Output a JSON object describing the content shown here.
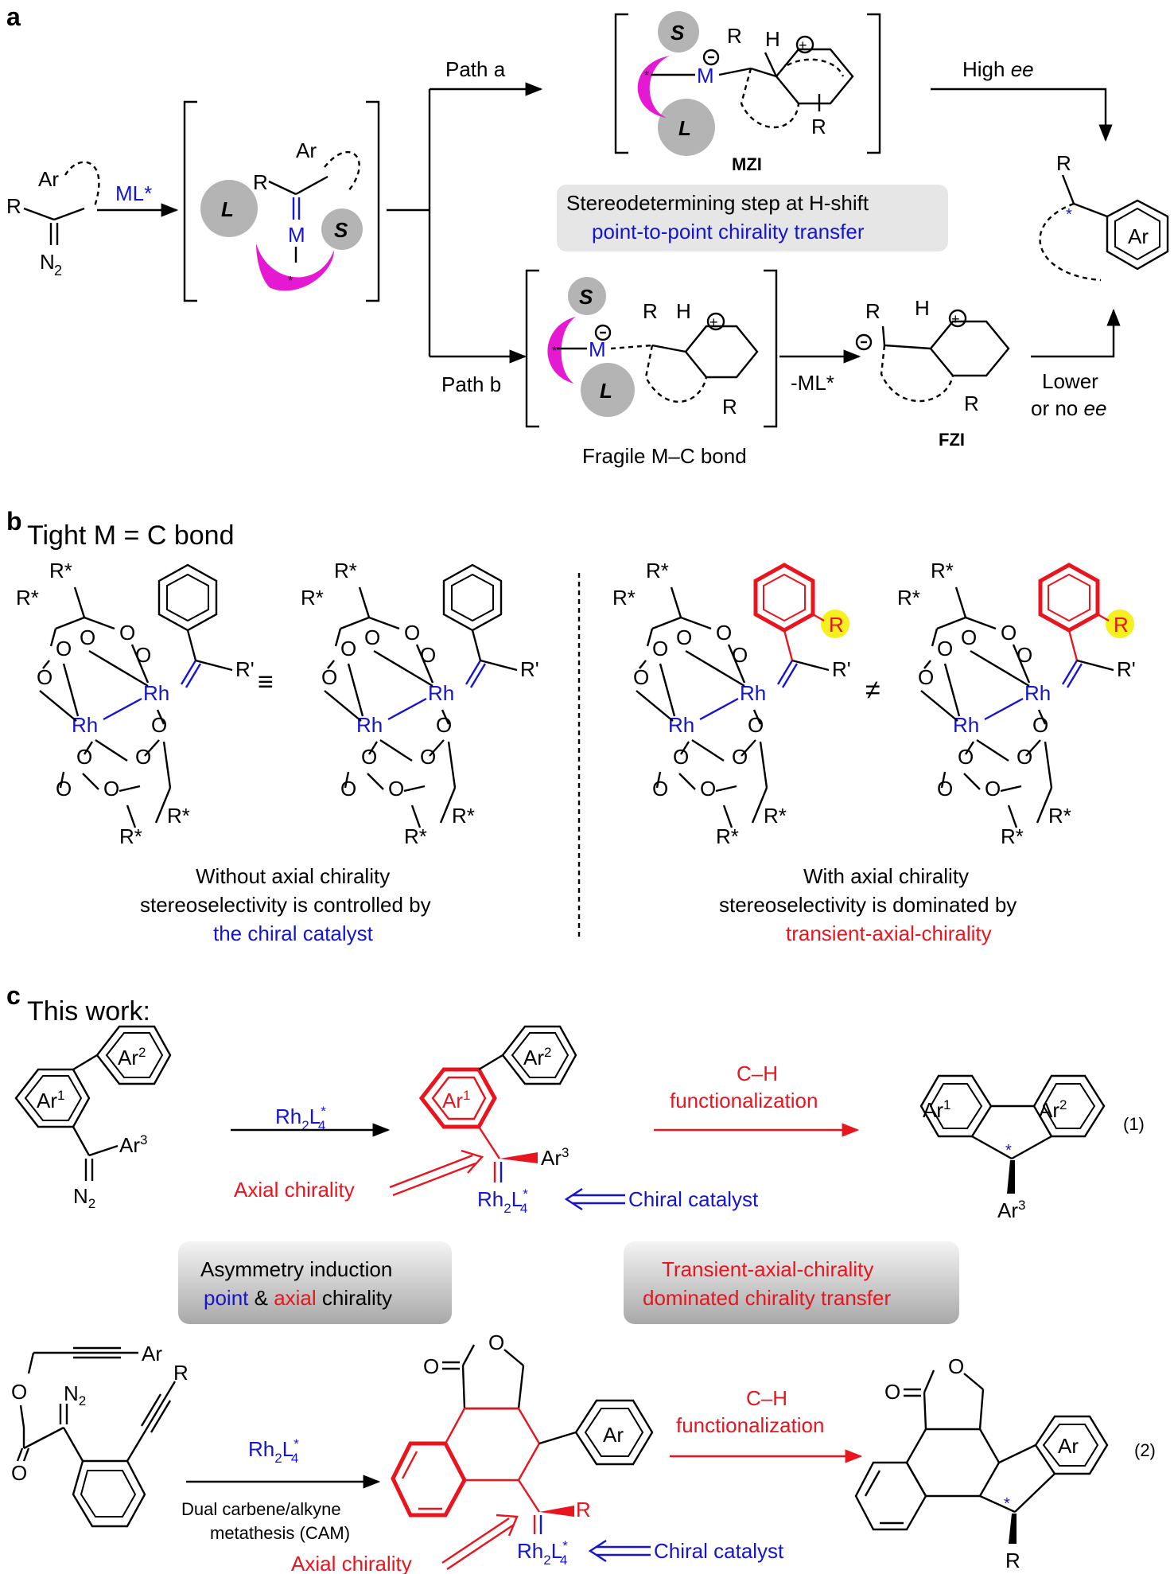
{
  "panels": {
    "a": {
      "label": "a",
      "reagent": "ML*",
      "path_a": "Path a",
      "path_b": "Path b",
      "high_ee_1": "High ",
      "high_ee_2": "ee",
      "lower_1": "Lower",
      "lower_2": "or no ",
      "lower_3": "ee",
      "mzi": "MZI",
      "fzi": "FZI",
      "stereo_line1": "Stereodetermining step at H-shift",
      "stereo_line2": "point-to-point chirality transfer",
      "fragile": "Fragile M–C bond",
      "minus_ml": "-ML*",
      "atoms": {
        "R": "R",
        "Ar": "Ar",
        "N2": "N",
        "N2sub": "2",
        "M": "M",
        "L": "L",
        "S": "S",
        "H": "H"
      }
    },
    "b": {
      "label": "b",
      "title": "Tight M = C bond",
      "left_line1": "Without axial chirality",
      "left_line2": "stereoselectivity is controlled by",
      "left_line3": "the chiral catalyst",
      "right_line1": "With axial chirality",
      "right_line2": "stereoselectivity is dominated by",
      "right_line3": "transient-axial-chirality",
      "atoms": {
        "Rh": "Rh",
        "O": "O",
        "Rstar": "R*",
        "Rprime": "R'",
        "R": "R"
      }
    },
    "c": {
      "label": "c",
      "title": "This work:",
      "catalyst": "Rh",
      "catalyst_sub1": "2",
      "catalyst_L": "L",
      "catalyst_star": "*",
      "catalyst_sub2": "4",
      "ch_1": "C–H",
      "ch_2": "functionalization",
      "axial": "Axial chirality",
      "chiral_catalyst": "Chiral catalyst",
      "eq1": "(1)",
      "eq2": "(2)",
      "box1_line1": "Asymmetry induction",
      "box1_point": "point",
      "box1_amp": " & ",
      "box1_axial": "axial",
      "box1_end": " chirality",
      "box2_line1": "Transient-axial-chirality",
      "box2_line2": "dominated chirality transfer",
      "cam_1": "Dual carbene/alkyne",
      "cam_2": "metathesis (CAM)",
      "atoms": {
        "Ar": "Ar",
        "Ar1": "1",
        "Ar2": "2",
        "Ar3": "3",
        "N": "N",
        "O": "O",
        "R": "R"
      }
    }
  },
  "colors": {
    "blue": "#1414d2",
    "red": "#e8141e",
    "magenta": "#e619d2",
    "gray_circle": "#b4b4b4",
    "box": "#e6e6e6",
    "yellow": "#f5f01e"
  }
}
